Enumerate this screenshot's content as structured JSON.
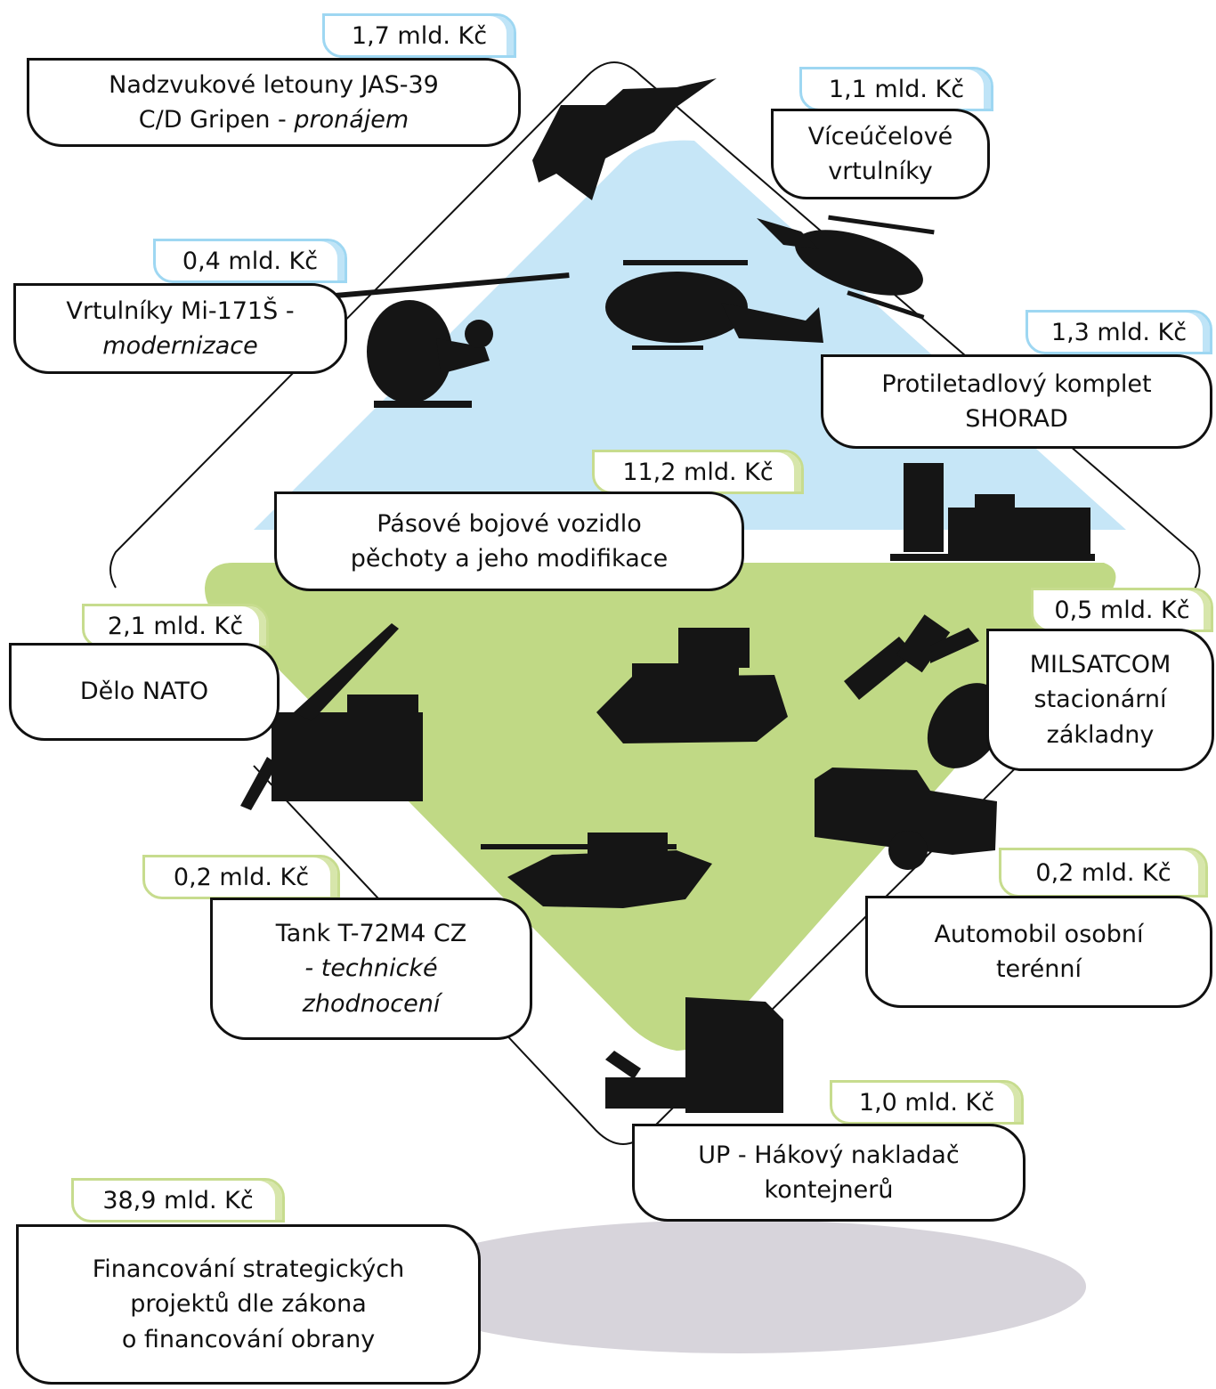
{
  "colors": {
    "air_zone": "#c6e6f7",
    "ground_zone": "#c0d985",
    "blue_badge": "#9ed7f2",
    "green_badge": "#c7dc8e",
    "silhouette": "#151515",
    "shadow": "#d3cfd7"
  },
  "items": [
    {
      "key": "gripen",
      "price": "1,7 mld. Kč",
      "lines": [
        "Nadzvukové letouny JAS-39"
      ],
      "line2": "C/D Gripen - ",
      "line2_em": "pronájem",
      "zone": "air",
      "icon": "fighter-jet-icon"
    },
    {
      "key": "helicopters",
      "price": "1,1 mld. Kč",
      "lines": [
        "Víceúčelové",
        "vrtulníky"
      ],
      "zone": "air",
      "icon": "attack-helicopter-icon"
    },
    {
      "key": "mi171",
      "price": "0,4 mld. Kč",
      "lines": [
        "Vrtulníky Mi-171Š -"
      ],
      "line2_em": "modernizace",
      "zone": "air",
      "icon": "transport-helicopter-icon"
    },
    {
      "key": "shorad",
      "price": "1,3 mld. Kč",
      "lines": [
        "Protiletadlový komplet",
        "SHORAD"
      ],
      "zone": "air",
      "icon": "air-defense-truck-icon"
    },
    {
      "key": "ifv",
      "price": "11,2 mld. Kč",
      "lines": [
        "Pásové bojové vozidlo",
        "pěchoty a jeho modifikace"
      ],
      "zone": "ground",
      "icon": "infantry-vehicle-icon"
    },
    {
      "key": "gun",
      "price": "2,1 mld. Kč",
      "lines": [
        "Dělo NATO"
      ],
      "zone": "ground",
      "icon": "artillery-truck-icon"
    },
    {
      "key": "milsatcom",
      "price": "0,5 mld. Kč",
      "lines": [
        "MILSATCOM",
        "stacionární",
        "základny"
      ],
      "zone": "ground",
      "icon": "satellite-dish-icon"
    },
    {
      "key": "tank",
      "price": "0,2 mld. Kč",
      "lines": [
        "Tank T-72M4 CZ"
      ],
      "em_lines": [
        "- technické",
        "zhodnocení"
      ],
      "zone": "ground",
      "icon": "tank-icon"
    },
    {
      "key": "car",
      "price": "0,2 mld. Kč",
      "lines": [
        "Automobil osobní",
        "terénní"
      ],
      "zone": "ground",
      "icon": "offroad-car-icon"
    },
    {
      "key": "loader",
      "price": "1,0 mld. Kč",
      "lines": [
        "UP - Hákový nakladač",
        "kontejnerů"
      ],
      "zone": "ground",
      "icon": "hook-loader-truck-icon"
    },
    {
      "key": "total",
      "price": "38,9 mld. Kč",
      "lines": [
        "Financování strategických",
        "projektů dle zákona",
        "o financování obrany"
      ],
      "zone": "ground",
      "icon": ""
    }
  ]
}
